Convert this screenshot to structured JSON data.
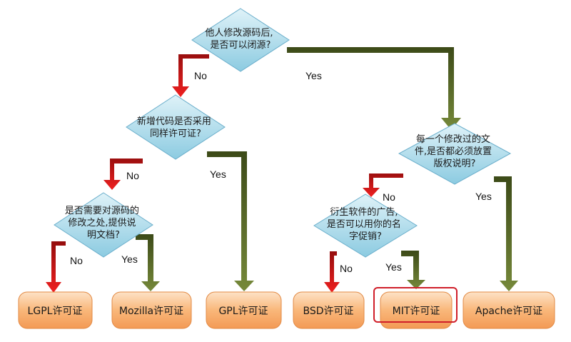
{
  "diagram": {
    "nodes": {
      "q1": {
        "lines": [
          "他人修改源码后,",
          "是否可以闭源?"
        ]
      },
      "q2": {
        "lines": [
          "新增代码是否采用",
          "同样许可证?"
        ]
      },
      "q3": {
        "lines": [
          "是否需要对源码的",
          "修改之处,提供说",
          "明文档?"
        ]
      },
      "q4": {
        "lines": [
          "每一个修改过的文",
          "件,是否都必须放置",
          "版权说明?"
        ]
      },
      "q5": {
        "lines": [
          "衍生软件的广告,",
          "是否可以用你的名",
          "字促销?"
        ]
      }
    },
    "edge_labels": {
      "q1_no": "No",
      "q1_yes": "Yes",
      "q2_no": "No",
      "q2_yes": "Yes",
      "q3_no": "No",
      "q3_yes": "Yes",
      "q4_no": "No",
      "q4_yes": "Yes",
      "q5_no": "No",
      "q5_yes": "Yes"
    },
    "licenses": {
      "lgpl": "LGPL许可证",
      "mozilla": "Mozilla许可证",
      "gpl": "GPL许可证",
      "bsd": "BSD许可证",
      "mit": "MIT许可证",
      "apache": "Apache许可证"
    },
    "colors": {
      "diamond_fill": "#a6d8ea",
      "box_fill": "#f7b172",
      "no_arrow": "#cf1515",
      "yes_arrow": "#4a5a22",
      "highlight": "#d01f2a"
    }
  }
}
